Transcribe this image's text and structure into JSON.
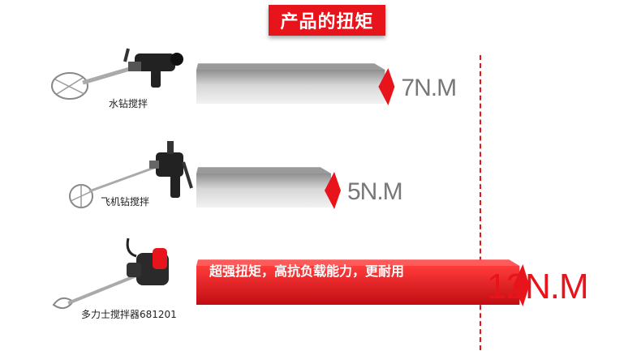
{
  "title": "产品的扭矩",
  "chart_data": {
    "type": "bar",
    "orientation": "horizontal",
    "unit": "N.M",
    "categories": [
      "水钻搅拌",
      "飞机钻搅拌",
      "多力士搅拌器681201"
    ],
    "values": [
      7,
      5,
      12
    ],
    "value_labels": [
      "7N.M",
      "5N.M",
      "12N.M"
    ],
    "highlight_index": 2,
    "highlight_caption": "超强扭矩，高抗负载能力，更耐用",
    "colors": {
      "normal": "#cfcfcf",
      "highlight": "#e8141b",
      "label_normal": "#777777"
    }
  }
}
